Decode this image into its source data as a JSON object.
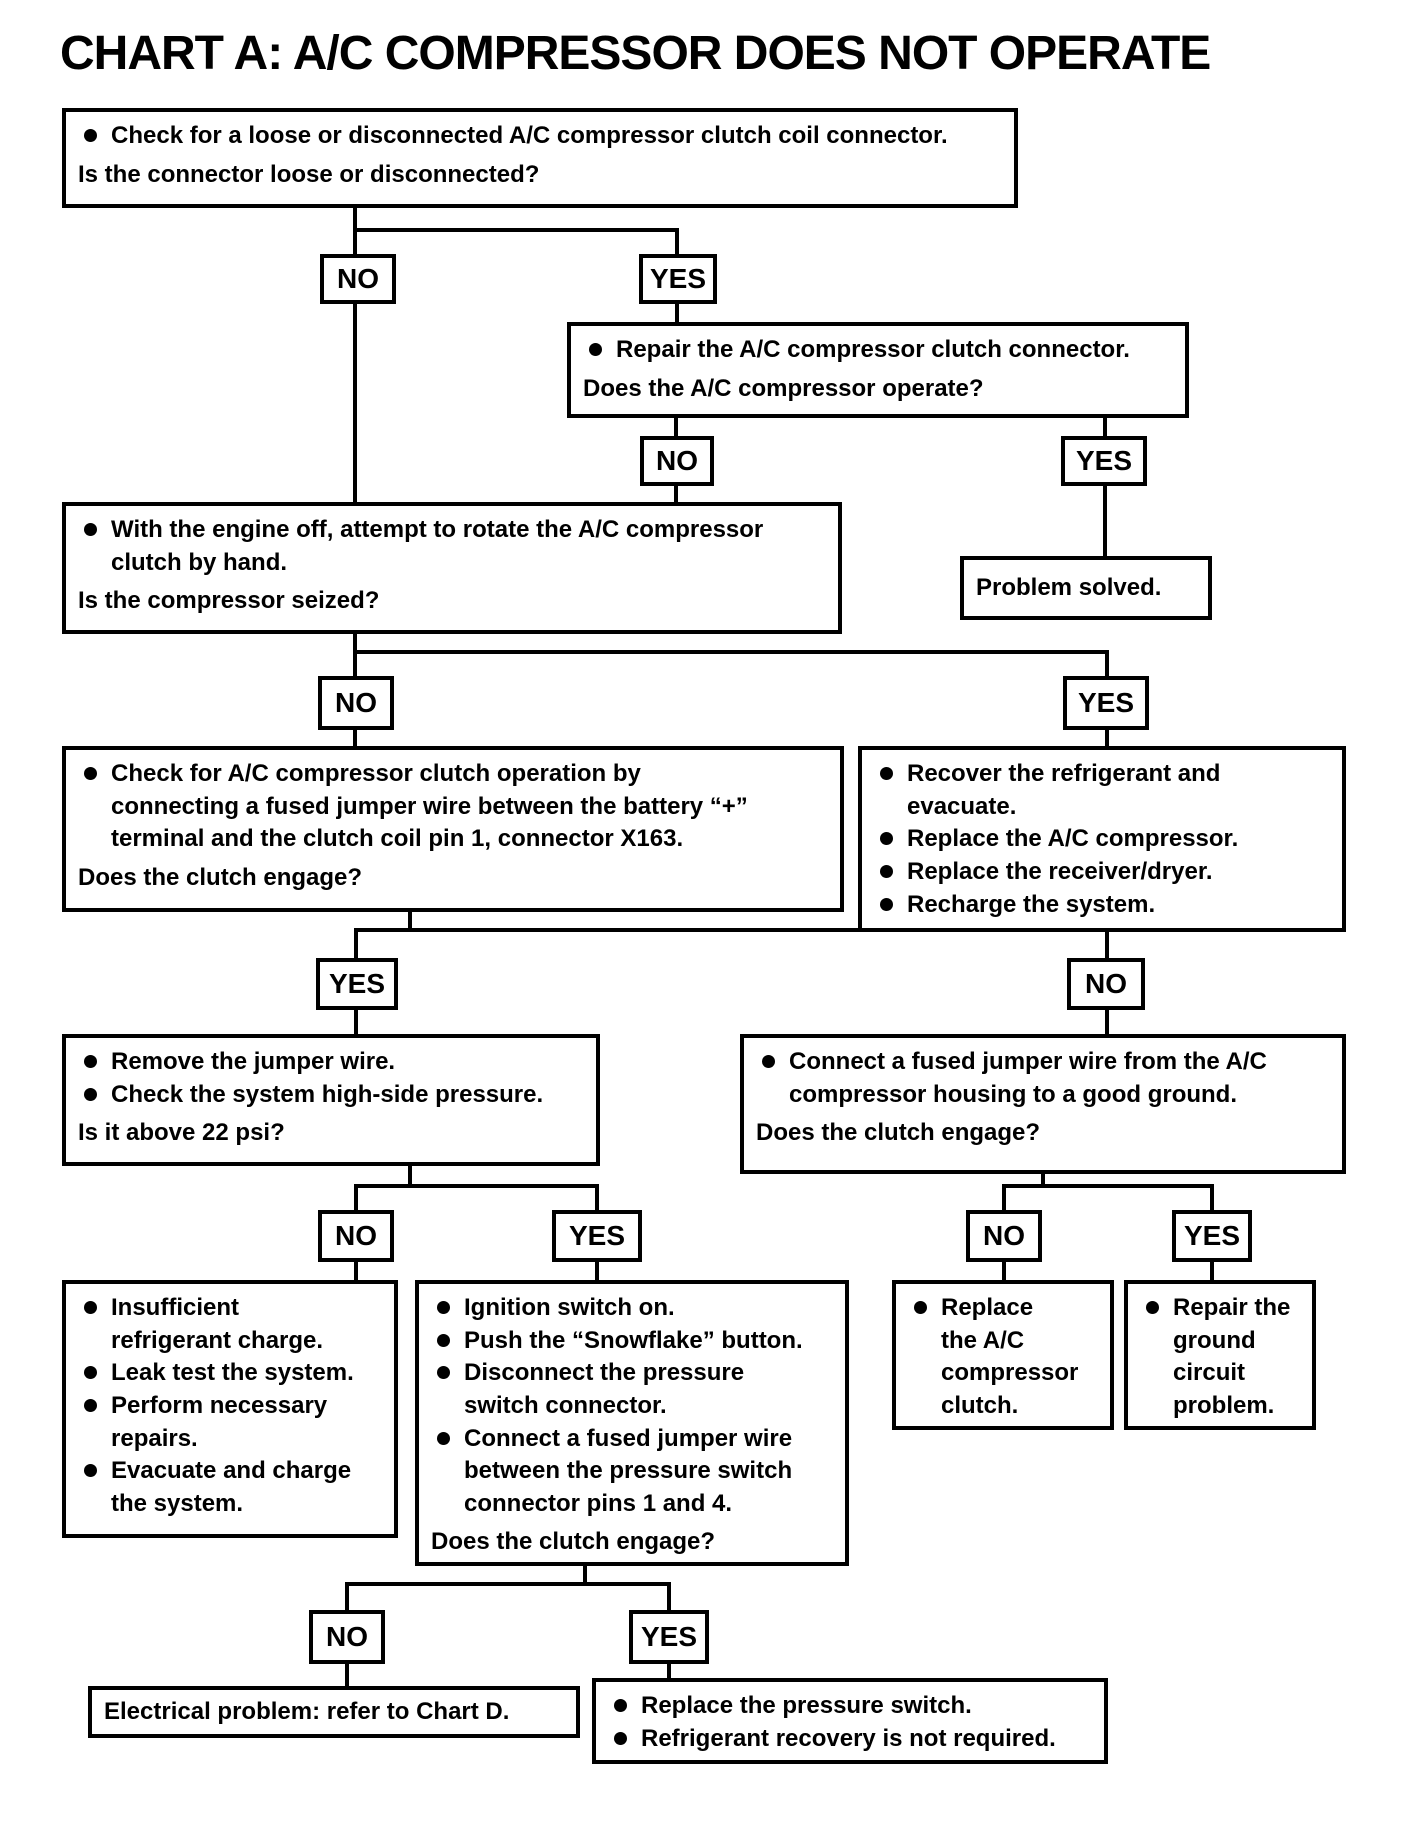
{
  "title": "CHART A: A/C COMPRESSOR DOES NOT OPERATE",
  "colors": {
    "ink": "#000000",
    "paper": "#ffffff"
  },
  "labels": {
    "yes": "YES",
    "no": "NO"
  },
  "nodes": {
    "check_coil_connector": {
      "bullets": [
        "Check for a loose or disconnected A/C compressor clutch coil connector."
      ],
      "question": "Is the connector loose or disconnected?"
    },
    "repair_connector": {
      "bullets": [
        "Repair the A/C compressor clutch connector."
      ],
      "question": "Does the A/C compressor operate?"
    },
    "problem_solved": {
      "text": "Problem solved."
    },
    "rotate_clutch": {
      "bullets": [
        "With the engine off, attempt to rotate the A/C compressor\nclutch by hand."
      ],
      "question": "Is the compressor seized?"
    },
    "battery_jumper_test": {
      "bullets": [
        "Check for A/C compressor clutch operation by\nconnecting a fused jumper wire between the battery “+”\nterminal and the clutch coil pin 1, connector X163."
      ],
      "question": "Does the clutch engage?"
    },
    "replace_compressor_actions": {
      "bullets": [
        "Recover the refrigerant and\nevacuate.",
        "Replace the A/C compressor.",
        "Replace the receiver/dryer.",
        "Recharge the system."
      ]
    },
    "high_side_pressure": {
      "bullets": [
        "Remove the jumper wire.",
        "Check the system high-side pressure."
      ],
      "question": "Is it above 22 psi?"
    },
    "ground_jumper_test": {
      "bullets": [
        "Connect a fused jumper wire from the A/C\ncompressor housing to a good ground."
      ],
      "question": "Does the clutch engage?"
    },
    "refrigerant_charge_actions": {
      "bullets": [
        "Insufficient\nrefrigerant charge.",
        "Leak test the system.",
        "Perform necessary\nrepairs.",
        "Evacuate and charge\nthe system."
      ]
    },
    "pressure_switch_jumper_test": {
      "bullets": [
        "Ignition switch on.",
        "Push the “Snowflake” button.",
        "Disconnect the pressure\nswitch connector.",
        "Connect a fused jumper wire\nbetween the pressure switch\nconnector pins 1 and 4."
      ],
      "question": "Does the clutch engage?"
    },
    "replace_clutch_action": {
      "bullets": [
        "Replace\nthe A/C\ncompressor\nclutch."
      ]
    },
    "repair_ground_action": {
      "bullets": [
        "Repair the\nground\ncircuit\nproblem."
      ]
    },
    "electrical_problem": {
      "text": "Electrical problem: refer to Chart D."
    },
    "replace_pressure_switch_actions": {
      "bullets": [
        "Replace the pressure switch.",
        "Refrigerant recovery is not required."
      ]
    }
  }
}
